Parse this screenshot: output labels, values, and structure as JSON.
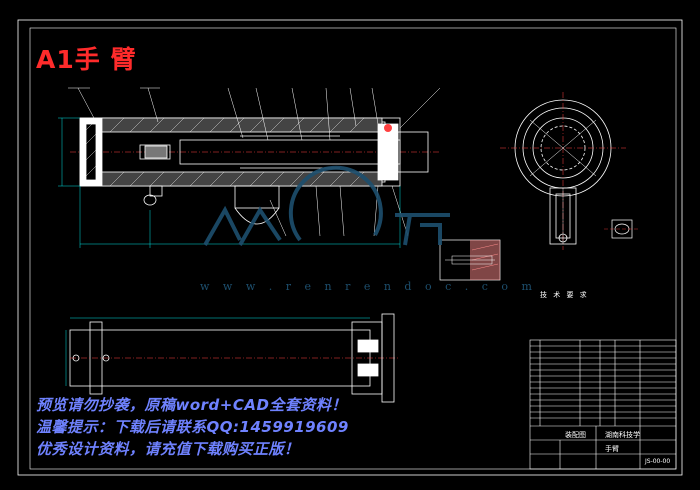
{
  "drawing": {
    "sheet_title": "A1手 臂",
    "watermark_url": "w w w . r e n r e n d o c . c o m",
    "tech_requirements_title": "技 术 要 求",
    "title_block_name": "手臂",
    "title_block_school": "湖南科技学",
    "title_block_label": "装配图",
    "drawing_number": "JS-00-00",
    "colors": {
      "background": "#000000",
      "frame": "#ffffff",
      "part_fill": "#ffffff",
      "dimension": "#00e0e0",
      "centerline": "#ff4040",
      "leader": "#ffffff",
      "title": "#ff2b2b",
      "promo_text": "#6f82ff",
      "watermark": "#1d4f6e",
      "hatch_fill": "#ff8c8c"
    }
  },
  "promo": {
    "line1": "预览请勿抄袭，原稿word+CAD全套资料！",
    "line2": "温馨提示：下载后请联系QQ:1459919609",
    "line3": "优秀设计资料，请充值下载购买正版！"
  }
}
